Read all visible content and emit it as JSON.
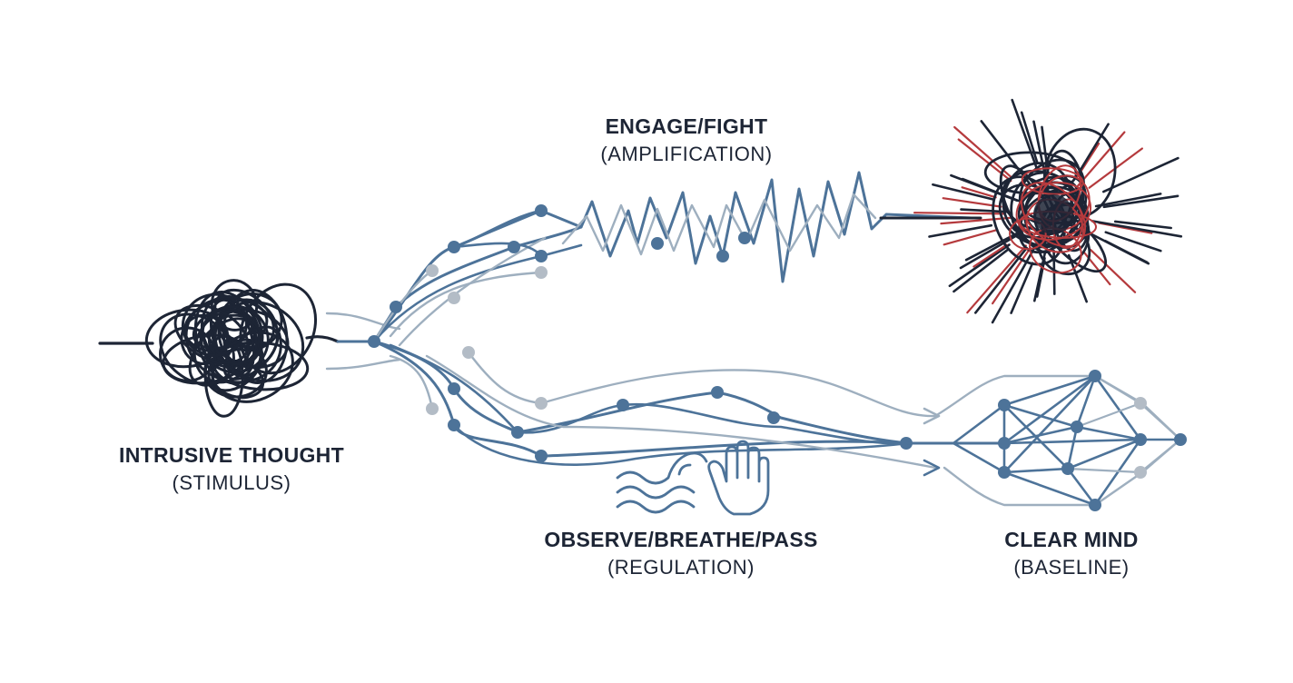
{
  "nodes": {
    "stimulus": {
      "title": "INTRUSIVE THOUGHT",
      "subtitle": "(STIMULUS)"
    },
    "engage": {
      "title": "ENGAGE/FIGHT",
      "subtitle": "(AMPLIFICATION)"
    },
    "regulation": {
      "title": "OBSERVE/BREATHE/PASS",
      "subtitle": "(REGULATION)"
    },
    "baseline": {
      "title": "CLEAR MIND",
      "subtitle": "(BASELINE)"
    }
  },
  "icons": [
    "wave-icon",
    "hand-icon"
  ],
  "colors": {
    "ink": "#1d2535",
    "path_blue": "#4d7399",
    "path_light": "#9eafbf",
    "node_gray": "#b3bcc6",
    "agitation_red": "#b53a3d"
  }
}
